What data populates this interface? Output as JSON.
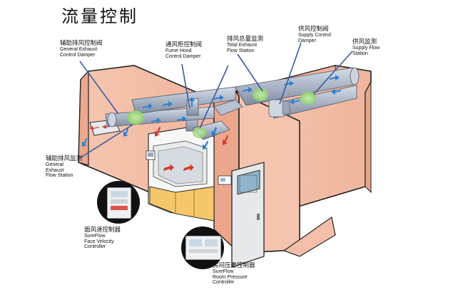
{
  "title": "流量控制",
  "labels": {
    "general_exhaust_damper": {
      "zh": "辅助排风控制阀",
      "en1": "General Exhaust",
      "en2": "Control Damper"
    },
    "fume_hood_damper": {
      "zh": "通风柜控制阀",
      "en1": "Fume Hood",
      "en2": "Control Damper"
    },
    "total_exhaust_station": {
      "zh": "排风总量监测",
      "en1": "Total Exhaust",
      "en2": "Flow Station"
    },
    "supply_damper": {
      "zh": "供风控制阀",
      "en1": "Supply Control",
      "en2": "Damper"
    },
    "supply_station": {
      "zh": "供风监测",
      "en1": "Supply Flow",
      "en2": "Station"
    },
    "general_exhaust_station": {
      "zh": "辅助排风监测",
      "en1": "General",
      "en2": "Exhaust",
      "en3": "Flow Station"
    },
    "face_velocity_controller": {
      "zh": "面风速控制器",
      "en1": "SureFlow",
      "en2": "Face Velocity",
      "en3": "Controller"
    },
    "room_pressure_controller": {
      "zh": "房间压差控制器",
      "en1": "SureFlow",
      "en2": "Room Pressure",
      "en3": "Controller"
    }
  },
  "colors": {
    "wall": "#f3bfa8",
    "wall_dark": "#e2a48a",
    "duct": "#a9b6c9",
    "airflow_blue": "#2d7fd0",
    "airflow_red": "#d33a2c",
    "station_green": "#a8df8a",
    "cabinet": "#f6c66a"
  }
}
